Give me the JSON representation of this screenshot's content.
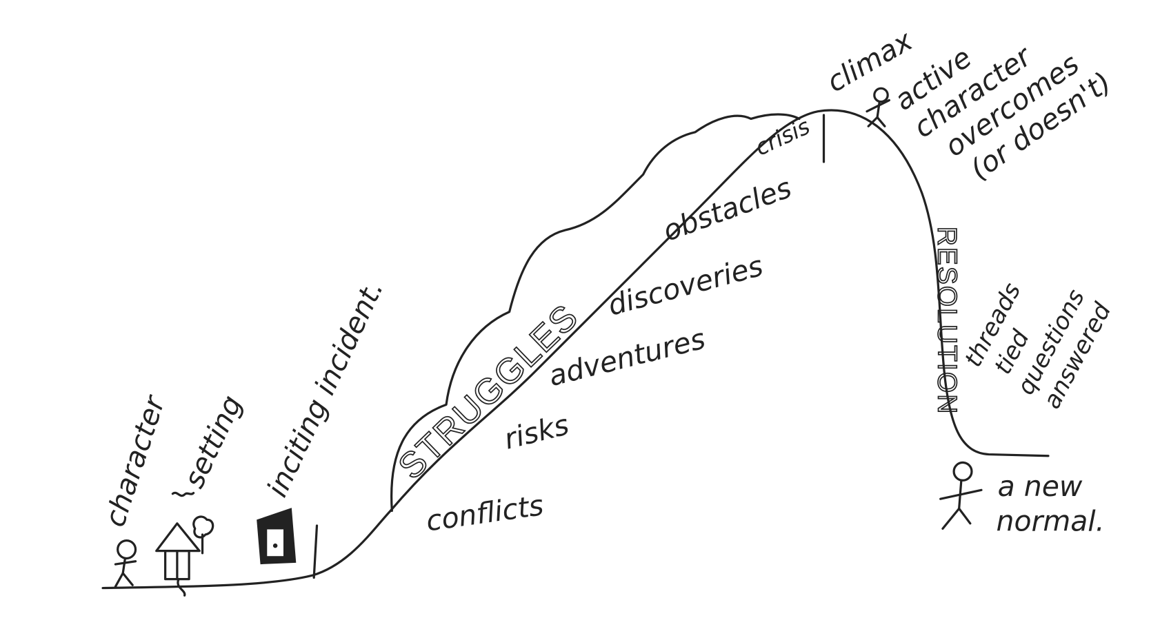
{
  "diagram": {
    "type": "story-arc",
    "labels": {
      "character": "character",
      "setting": "setting",
      "inciting_incident": "inciting incident.",
      "struggles": "STRUGGLES",
      "conflicts": "conflicts",
      "risks": "risks",
      "adventures": "adventures",
      "discoveries": "discoveries",
      "obstacles": "obstacles",
      "crisis": "crisis",
      "climax": "climax",
      "climax_note": [
        "active",
        "character",
        "overcomes",
        "(or doesn't)"
      ],
      "resolution": "RESOLUTION",
      "resolution_note": [
        "threads",
        "tied",
        "questions",
        "answered"
      ],
      "ending": [
        "a new",
        "normal."
      ]
    },
    "ink_color": "#222222"
  }
}
